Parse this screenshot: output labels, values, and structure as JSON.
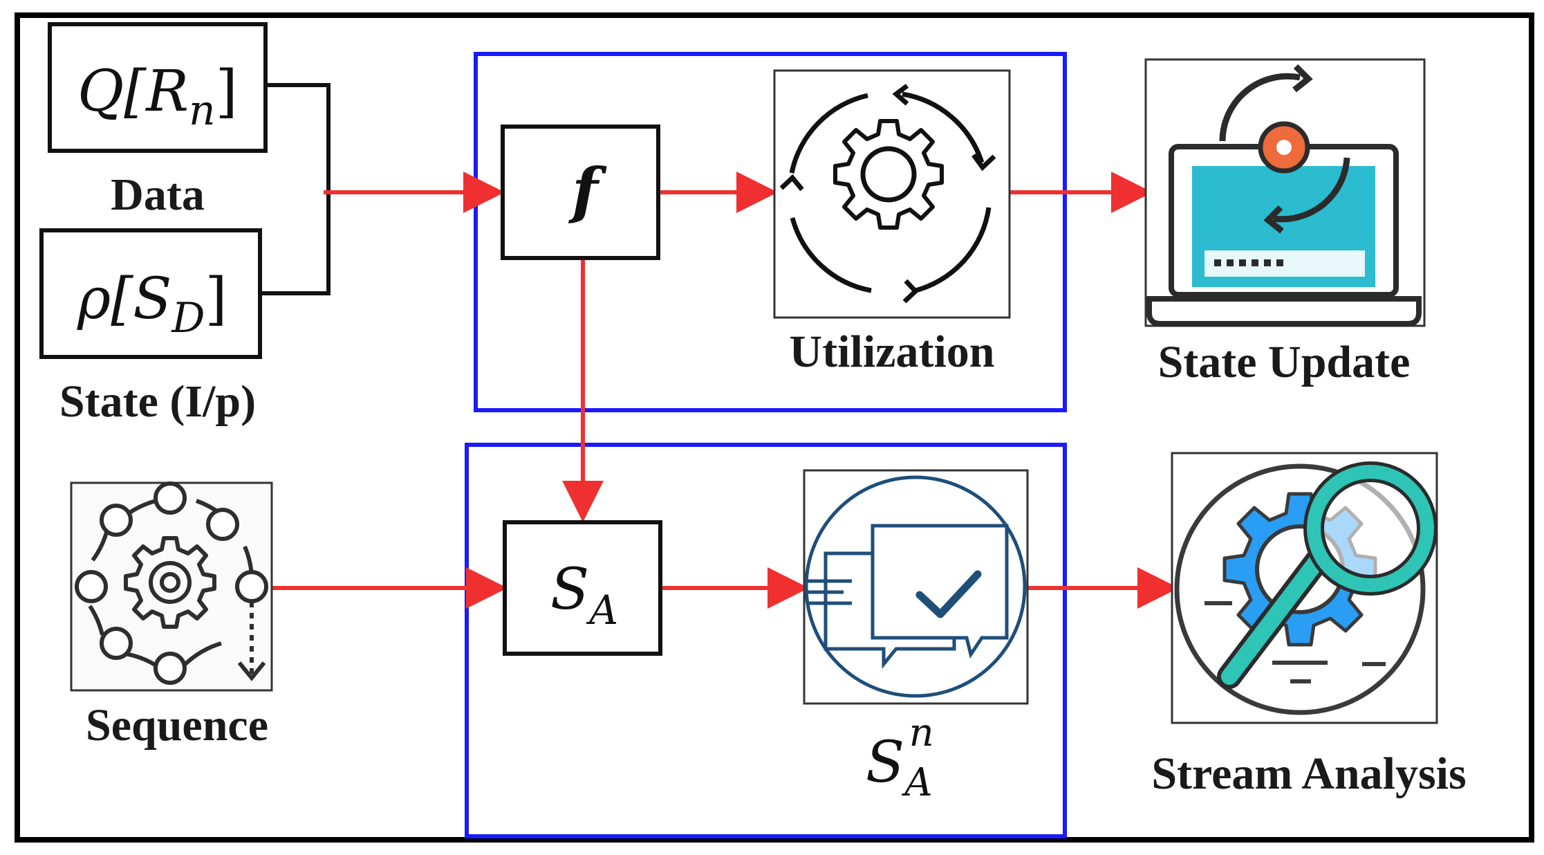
{
  "diagram": {
    "inputs": {
      "data_formula": {
        "main": "Q[R",
        "sub": "n",
        "close": "]"
      },
      "data_label": "Data",
      "state_formula": {
        "main": "ρ[S",
        "sub": "D",
        "close": "]"
      },
      "state_label": "State (I/p)",
      "sequence_label": "Sequence"
    },
    "processing": {
      "f_symbol": "f",
      "utilization_label": "Utilization",
      "sa_symbol": {
        "main": "S",
        "sub": "A"
      },
      "san_symbol": {
        "main": "S",
        "sub": "A",
        "sup": "n"
      }
    },
    "outputs": {
      "state_update_label": "State Update",
      "stream_analysis_label": "Stream Analysis"
    }
  },
  "colors": {
    "arrow": "#f03030",
    "group_border": "#1a1aff",
    "teal": "#2bbcd0",
    "orange": "#ee6b3b",
    "navy": "#1f4e79",
    "blue": "#2a9df4",
    "mint": "#2ec4b6",
    "dark": "#3a3a3a"
  },
  "icons": [
    "gear-cycle-icon",
    "laptop-update-icon",
    "sequence-gear-icon",
    "chat-check-icon",
    "gear-magnifier-icon"
  ]
}
